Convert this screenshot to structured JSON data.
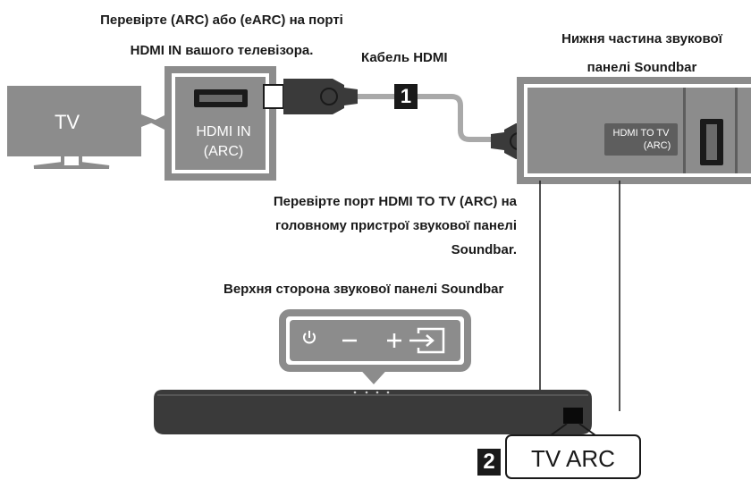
{
  "labels": {
    "check_arc_line1": "Перевірте (ARC) або (eARC) на порті",
    "check_arc_line2": "HDMI IN вашого телевізора.",
    "hdmi_cable": "Кабель HDMI",
    "soundbar_bottom_line1": "Нижня частина звукової",
    "soundbar_bottom_line2": "панелі Soundbar",
    "check_port_line1": "Перевірте порт HDMI TO TV (ARC) на",
    "check_port_line2": "головному пристрої звукової панелі",
    "check_port_line3": "Soundbar.",
    "soundbar_top": "Верхня сторона звукової панелі Soundbar"
  },
  "tv": {
    "label": "TV"
  },
  "hdmi_in": {
    "line1": "HDMI IN",
    "line2": "(ARC)"
  },
  "hdmi_to_tv": {
    "line1": "HDMI TO TV",
    "line2": "(ARC)"
  },
  "steps": {
    "one": "1",
    "two": "2"
  },
  "tv_arc": "TV ARC",
  "control_panel": {
    "icons": [
      "power-icon",
      "minus-icon",
      "plus-icon",
      "source-icon"
    ]
  },
  "colors": {
    "panel_gray": "#8c8c8c",
    "soundbar_dark": "#3a3a3a",
    "cable_gray": "#a9a9a9",
    "step_black": "#1a1a1a"
  }
}
